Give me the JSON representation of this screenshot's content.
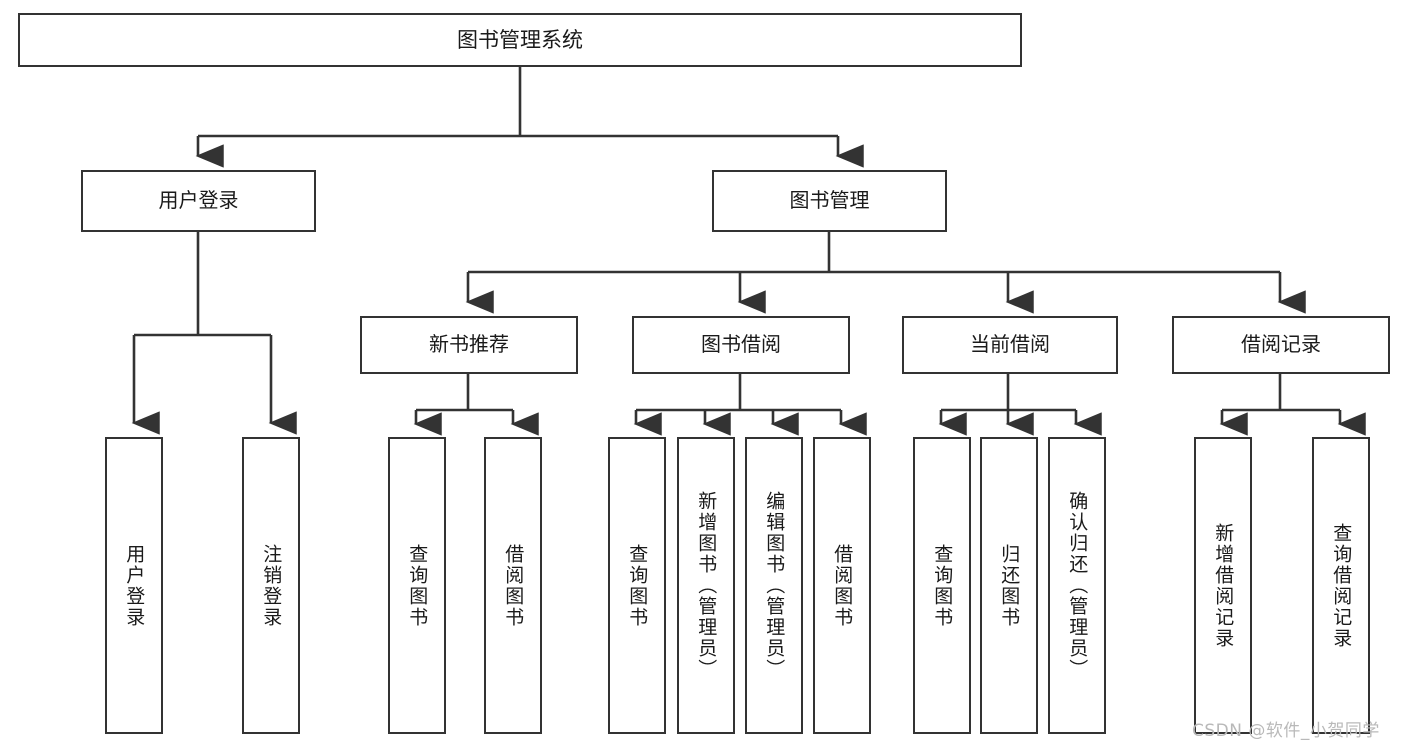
{
  "diagram": {
    "title": "图书管理系统",
    "type": "tree-hierarchy-diagram",
    "watermark": "CSDN @软件_小贺同学",
    "colors": {
      "stroke": "#333333",
      "fill": "#ffffff",
      "text": "#1a1a1a",
      "watermark": "#b9b9b9"
    },
    "nodes": {
      "root": {
        "label": "图书管理系统"
      },
      "level2": [
        {
          "id": "user-login",
          "label": "用户登录"
        },
        {
          "id": "book-manage",
          "label": "图书管理"
        }
      ],
      "level3": [
        {
          "id": "new-book-rec",
          "label": "新书推荐"
        },
        {
          "id": "book-borrow",
          "label": "图书借阅"
        },
        {
          "id": "current-borrow",
          "label": "当前借阅"
        },
        {
          "id": "borrow-record",
          "label": "借阅记录"
        }
      ],
      "leaves": {
        "user_login": [
          {
            "id": "leaf-user-login",
            "label": "用户登录"
          },
          {
            "id": "leaf-logout-login",
            "label": "注销登录"
          }
        ],
        "new_book_rec": [
          {
            "id": "leaf-query-book-1",
            "label": "查询图书"
          },
          {
            "id": "leaf-borrow-book-1",
            "label": "借阅图书"
          }
        ],
        "book_borrow": [
          {
            "id": "leaf-query-book-2",
            "label": "查询图书"
          },
          {
            "id": "leaf-add-book",
            "label": "新增图书（管理员）"
          },
          {
            "id": "leaf-edit-book",
            "label": "编辑图书（管理员）"
          },
          {
            "id": "leaf-borrow-book-2",
            "label": "借阅图书"
          }
        ],
        "current_borrow": [
          {
            "id": "leaf-query-book-3",
            "label": "查询图书"
          },
          {
            "id": "leaf-return-book",
            "label": "归还图书"
          },
          {
            "id": "leaf-confirm-return",
            "label": "确认归还（管理员）"
          }
        ],
        "borrow_record": [
          {
            "id": "leaf-add-record",
            "label": "新增借阅记录"
          },
          {
            "id": "leaf-query-record",
            "label": "查询借阅记录"
          }
        ]
      }
    }
  }
}
